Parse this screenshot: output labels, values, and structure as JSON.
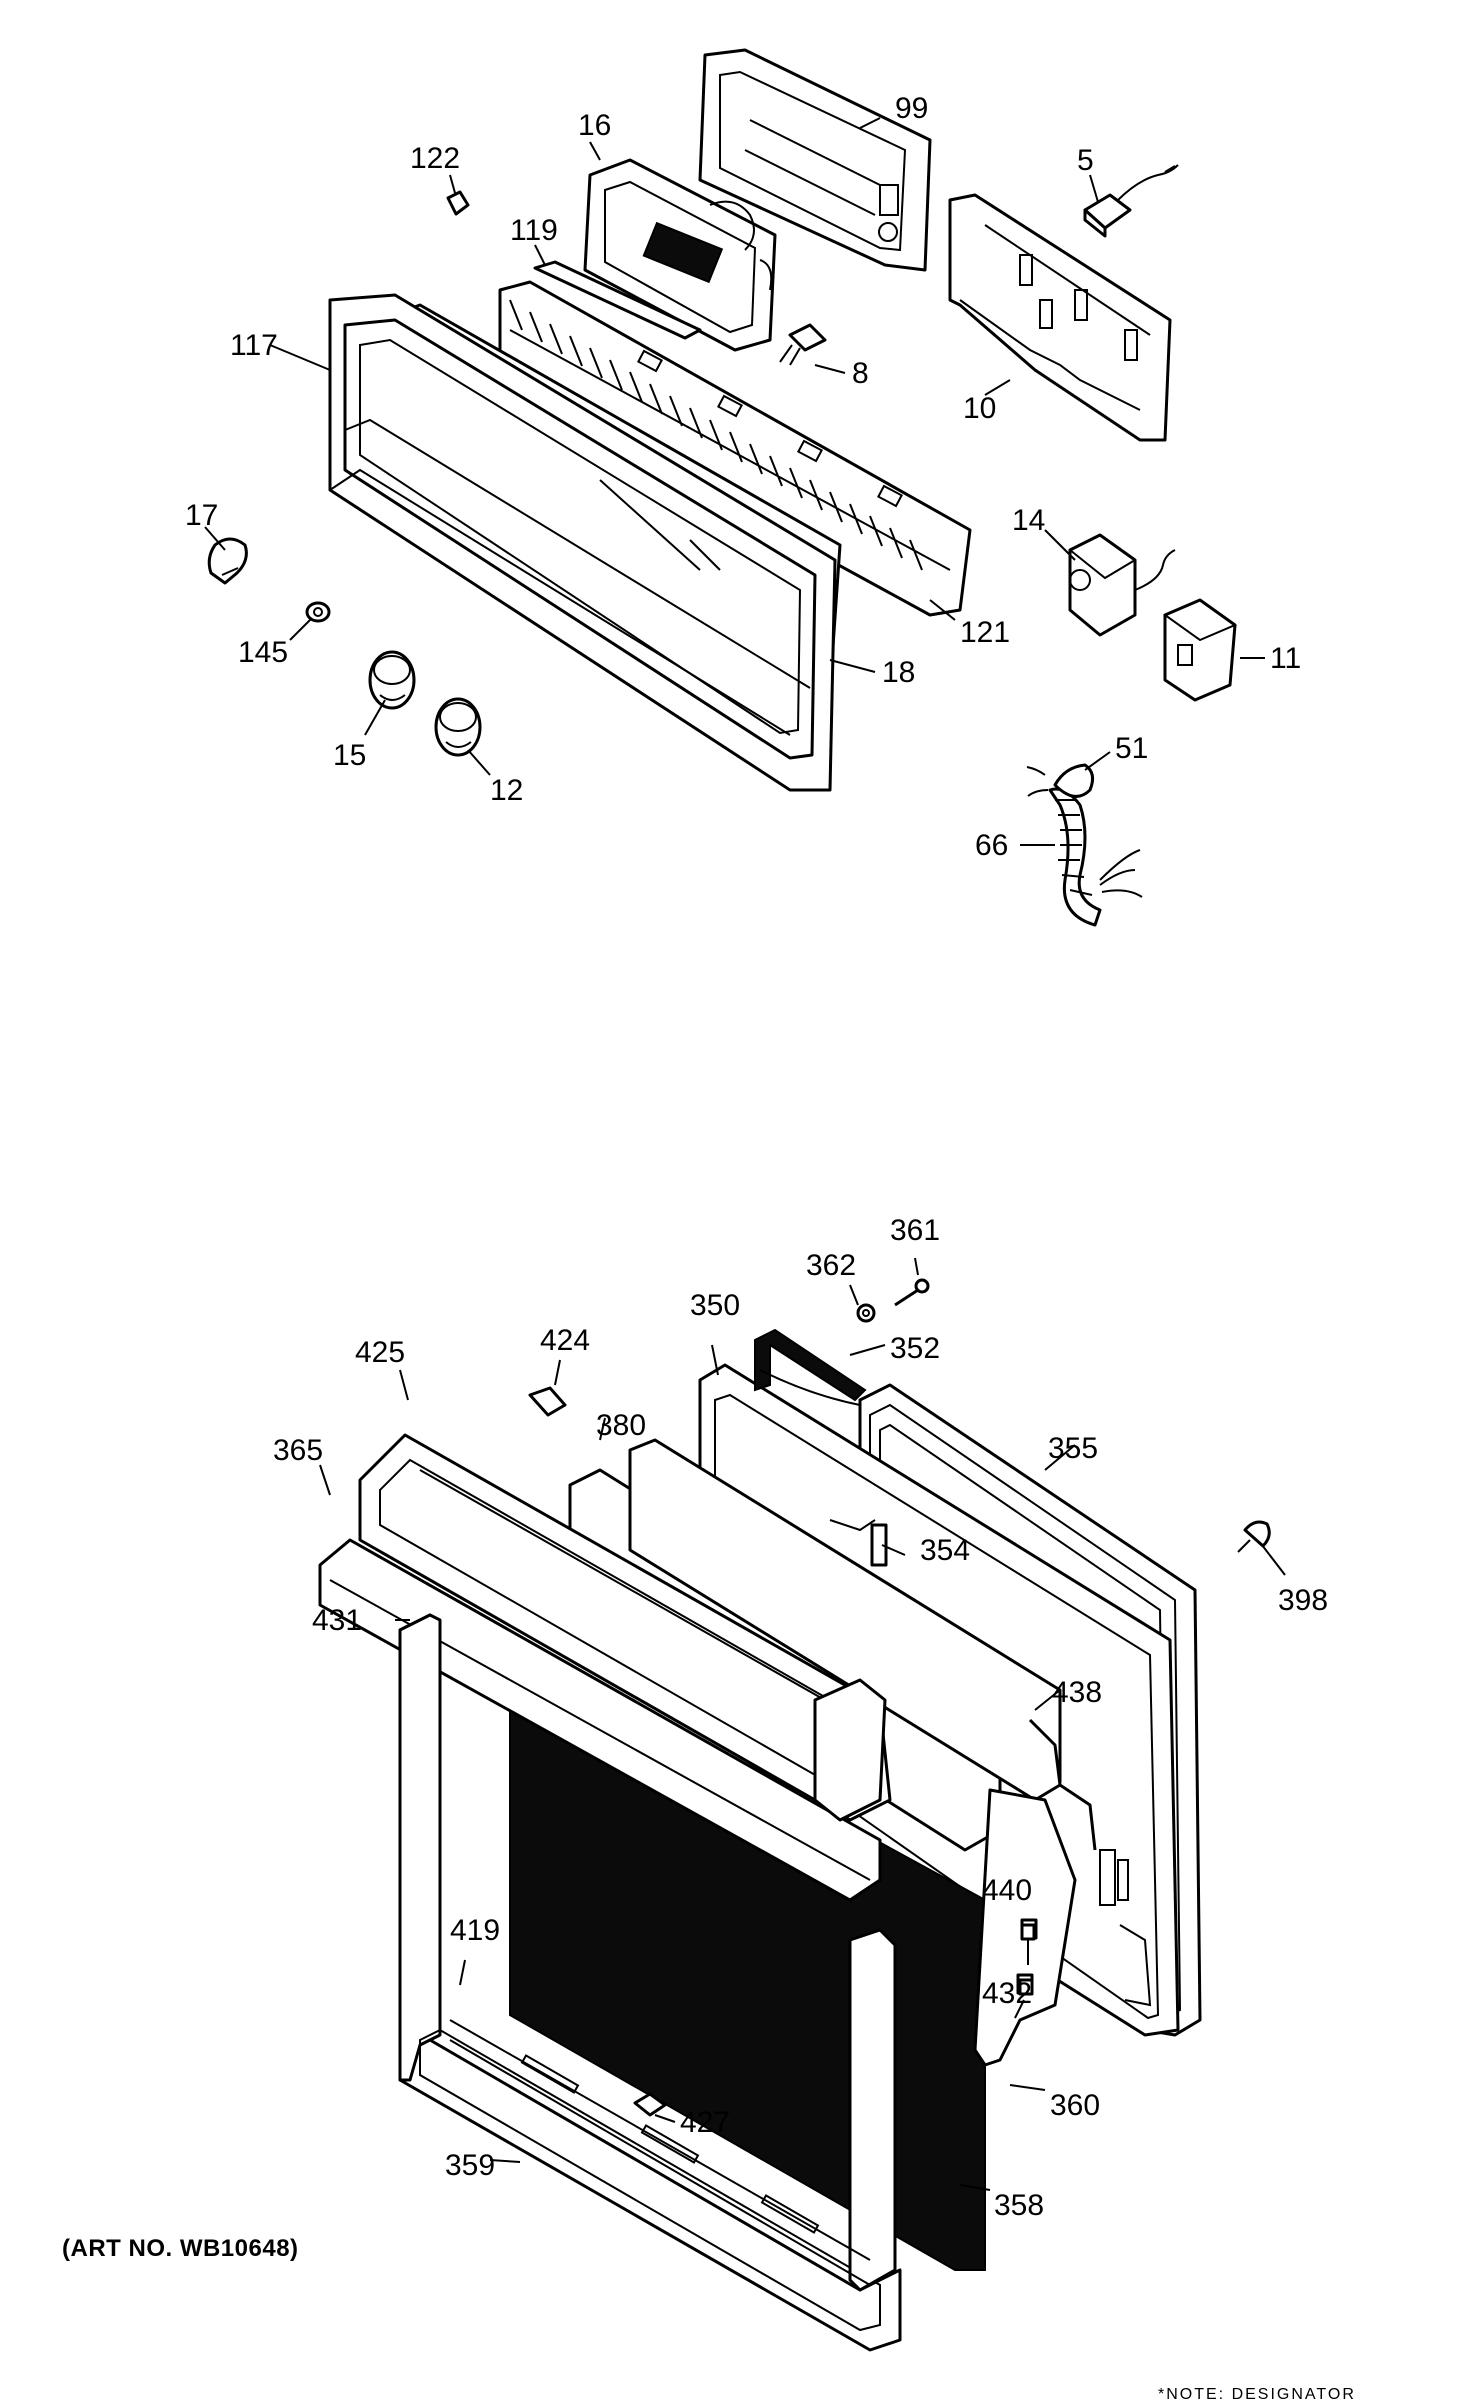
{
  "diagram": {
    "callouts": {
      "p99": "99",
      "p5": "5",
      "p16": "16",
      "p122": "122",
      "p119": "119",
      "p117": "117",
      "p8": "8",
      "p10": "10",
      "p14": "14",
      "p17": "17",
      "p145": "145",
      "p121": "121",
      "p18": "18",
      "p11": "11",
      "p15": "15",
      "p12": "12",
      "p51": "51",
      "p66": "66",
      "p361": "361",
      "p362": "362",
      "p350": "350",
      "p352": "352",
      "p425": "425",
      "p424": "424",
      "p380": "380",
      "p365": "365",
      "p355": "355",
      "p354": "354",
      "p398": "398",
      "p431": "431",
      "p438": "438",
      "p440": "440",
      "p419": "419",
      "p432": "432",
      "p427": "427",
      "p360": "360",
      "p359": "359",
      "p358": "358"
    }
  },
  "footer": {
    "art_number": "(ART NO. WB10648)",
    "note": "*NOTE: DESIGNATOR"
  }
}
